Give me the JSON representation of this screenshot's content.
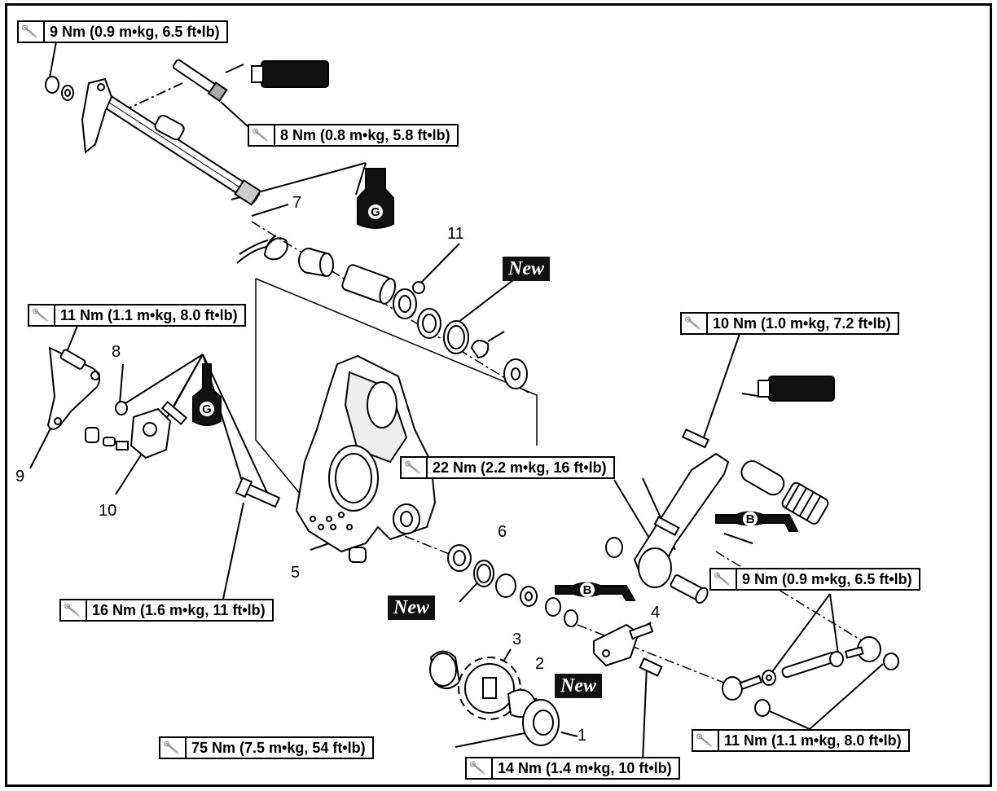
{
  "torque_specs": [
    {
      "id": "t1",
      "text": "9 Nm (0.9 m•kg, 6.5 ft•lb)"
    },
    {
      "id": "t2",
      "text": "8 Nm (0.8 m•kg, 5.8 ft•lb)"
    },
    {
      "id": "t3",
      "text": "11 Nm (1.1 m•kg, 8.0 ft•lb)"
    },
    {
      "id": "t4",
      "text": "10 Nm (1.0 m•kg, 7.2 ft•lb)"
    },
    {
      "id": "t5",
      "text": "22 Nm (2.2 m•kg, 16 ft•lb)"
    },
    {
      "id": "t6",
      "text": "9 Nm (0.9 m•kg, 6.5 ft•lb)"
    },
    {
      "id": "t7",
      "text": "16 Nm (1.6 m•kg, 11 ft•lb)"
    },
    {
      "id": "t8",
      "text": "11 Nm (1.1 m•kg, 8.0 ft•lb)"
    },
    {
      "id": "t9",
      "text": "75 Nm (7.5 m•kg, 54 ft•lb)"
    },
    {
      "id": "t10",
      "text": "14 Nm (1.4 m•kg, 10 ft•lb)"
    }
  ],
  "part_numbers": [
    "1",
    "2",
    "3",
    "4",
    "5",
    "6",
    "7",
    "8",
    "9",
    "10",
    "11"
  ],
  "new_label": "New",
  "grease_letters": {
    "G": "G",
    "B": "B"
  },
  "icons": {
    "torque": "wrench-torque-icon",
    "locking_agent": "thread-lock-tube-icon",
    "grease_g": "grease-g-icon",
    "grease_b": "grease-b-icon"
  }
}
